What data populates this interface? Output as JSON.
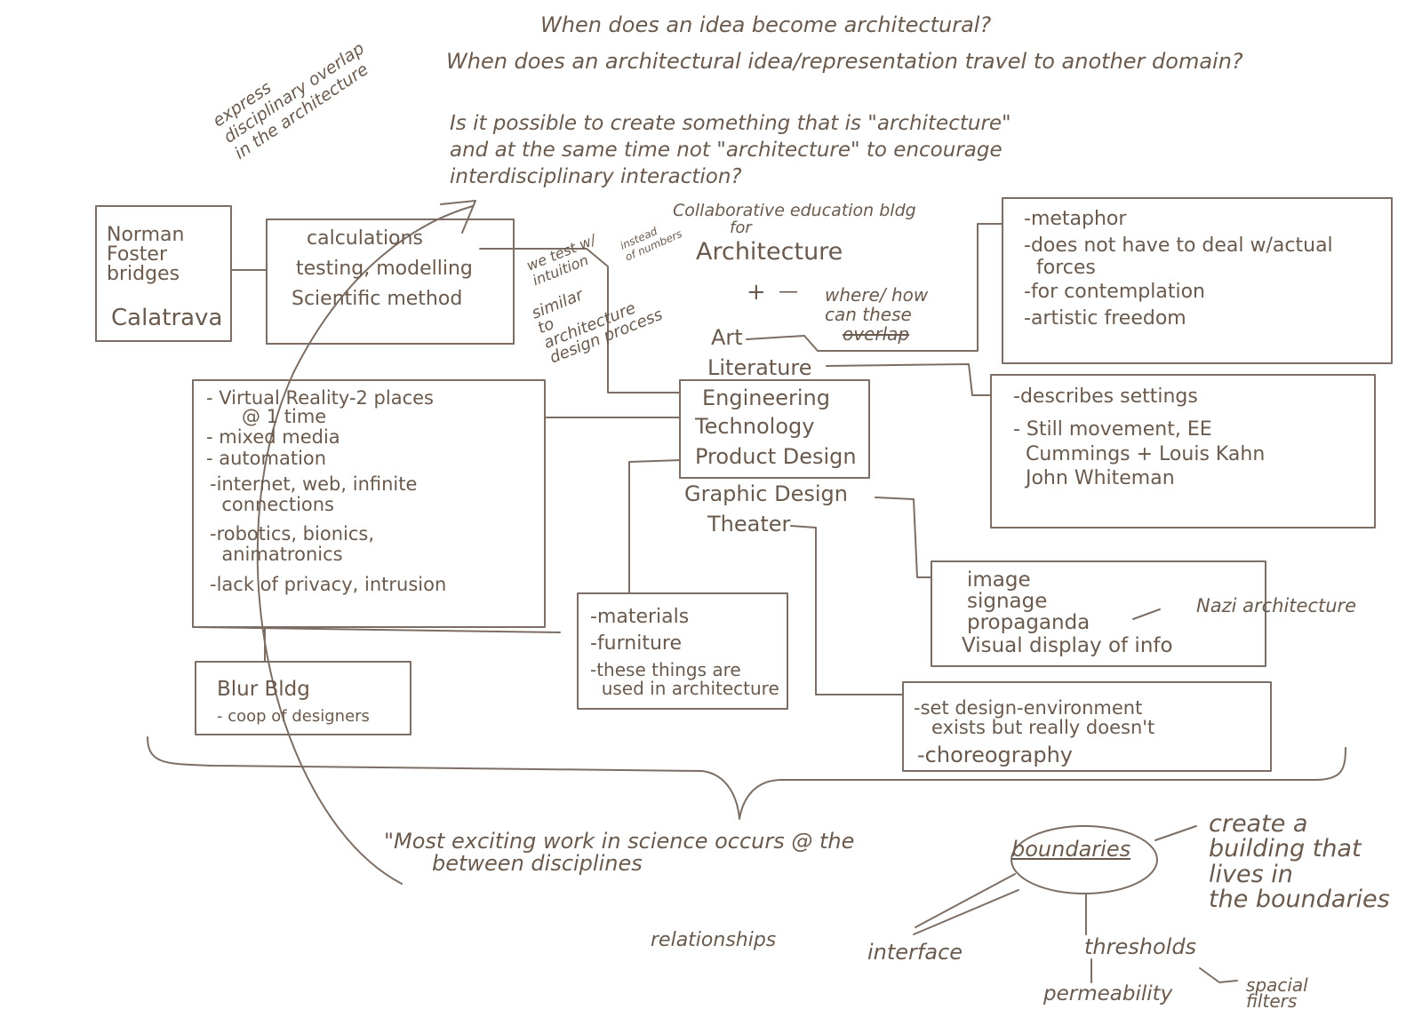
{
  "questions": {
    "q1": "When does an idea become architectural?",
    "q2": "When does an architectural idea/representation travel to another domain?",
    "q3": "Is it possible to create something that is \"architecture\"\nand at the same time not \"architecture\" to encourage\ninterdisciplinary interaction?"
  },
  "express_note": "express\ndisciplinary overlap\nin the architecture",
  "left_box": {
    "line1": "Norman\nFoster\nbridges",
    "line2": "Calatrava"
  },
  "calc_box": {
    "l1": "calculations",
    "l2": "testing, modelling",
    "l3": "Scientific method"
  },
  "test_note": {
    "we_test": "we test w/\nintuition",
    "instead": "instead\nof numbers",
    "similar": "similar\nto\narchitecture\ndesign process"
  },
  "collab": {
    "title": "Collaborative education bldg",
    "for": "for",
    "architecture": "Architecture"
  },
  "plus": "+",
  "where_how": {
    "l1": "where/ how",
    "l2": "can these",
    "l3": "overlap"
  },
  "disciplines": {
    "art": "Art",
    "literature": "Literature",
    "engineering": "Engineering",
    "technology": "Technology",
    "product_design": "Product Design",
    "graphic_design": "Graphic Design",
    "theater": "Theater"
  },
  "art_box": {
    "i1": "-metaphor",
    "i2": "-does not have to deal w/actual\n  forces",
    "i3": "-for contemplation",
    "i4": "-artistic freedom"
  },
  "lit_box": {
    "i1": "-describes settings",
    "i2": "- Still movement, EE\n  Cummings + Louis Kahn\n  John Whiteman"
  },
  "tech_box": {
    "i1": "- Virtual Reality-2 places\n      @ 1 time",
    "i2": "- mixed media",
    "i3": "- automation",
    "i4": "-internet, web, infinite\n  connections",
    "i5": "-robotics, bionics,\n  animatronics",
    "i6": "-lack of privacy, intrusion"
  },
  "blur_box": {
    "title": "Blur Bldg",
    "sub": "- coop of designers"
  },
  "product_box": {
    "i1": "-materials",
    "i2": "-furniture",
    "i3": "-these things are\n  used in architecture"
  },
  "graphic_box": {
    "l1": "image",
    "l2": "signage",
    "l3": "propaganda",
    "l4": "Visual display of info",
    "nazi": "Nazi architecture"
  },
  "theater_box": {
    "i1": "-set design-environment\n   exists but really doesn't",
    "i2": "-choreography"
  },
  "quote": {
    "l1": "\"Most exciting work in science occurs @ the",
    "boundaries": "boundaries",
    "l2": "between disciplines"
  },
  "create": "create a\nbuilding that\nlives in\nthe boundaries",
  "terms": {
    "relationships": "relationships",
    "interface": "interface",
    "thresholds": "thresholds",
    "permeability": "permeability",
    "spacial_filters": "spacial\nfilters"
  },
  "ink_color": "#6a5a4e"
}
